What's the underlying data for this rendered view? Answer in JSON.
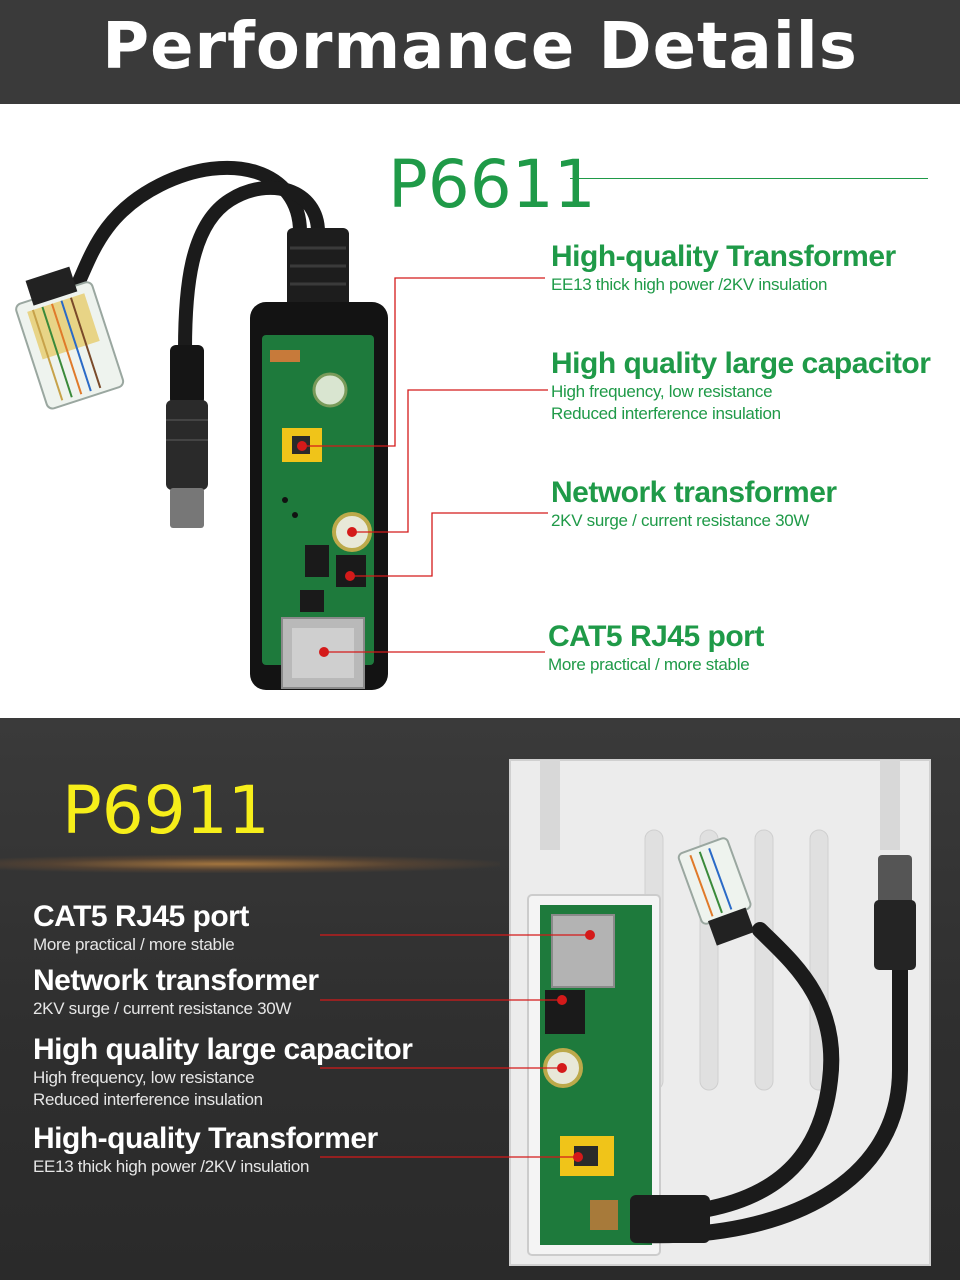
{
  "header": {
    "title": "Performance  Details"
  },
  "section_top": {
    "model": "P6611",
    "features": [
      {
        "title": "High-quality Transformer",
        "desc": [
          "EE13 thick high power /2KV insulation"
        ]
      },
      {
        "title": "High quality large capacitor",
        "desc": [
          "High frequency, low resistance",
          "Reduced interference insulation"
        ]
      },
      {
        "title": "Network transformer",
        "desc": [
          "2KV surge  / current  resistance 30W"
        ]
      },
      {
        "title": "CAT5 RJ45 port",
        "desc": [
          "More practical / more stable"
        ]
      }
    ]
  },
  "section_bottom": {
    "model": "P6911",
    "features": [
      {
        "title": "CAT5 RJ45 port",
        "desc": [
          "More practical / more stable"
        ]
      },
      {
        "title": "Network transformer",
        "desc": [
          "2KV surge  / current  resistance 30W"
        ]
      },
      {
        "title": "High quality large capacitor",
        "desc": [
          "High frequency, low resistance",
          "Reduced interference insulation"
        ]
      },
      {
        "title": "High-quality Transformer",
        "desc": [
          "EE13 thick high power /2KV insulation"
        ]
      }
    ]
  },
  "colors": {
    "header_bg": "#3a3a3a",
    "accent_green": "#1f9a48",
    "accent_yellow": "#f6ee1a",
    "callout_red": "#d41a1a",
    "pcb_green": "#1e7a3c"
  }
}
